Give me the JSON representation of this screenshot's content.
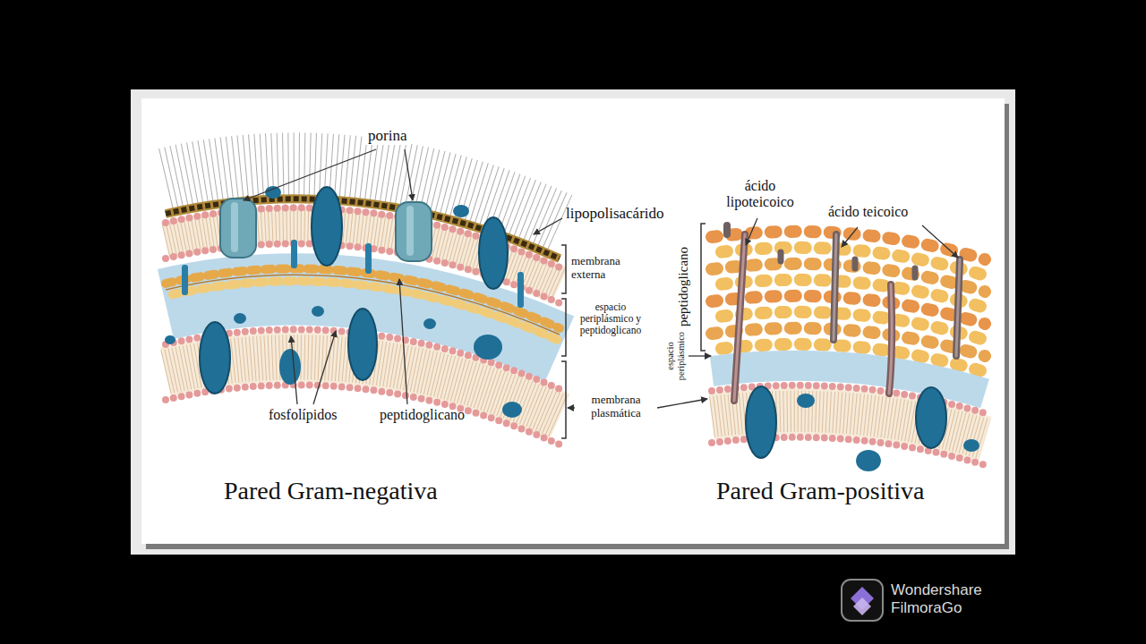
{
  "diagram": {
    "labels": [
      "porina",
      "lipopolisacárido",
      "ácido lipoteicoico",
      "ácido teicoico",
      "membrana externa",
      "espacio periplásmico y peptidoglicano",
      "peptidoglicano",
      "espacio periplásmico",
      "membrana plasmática",
      "fosfolípidos",
      "peptidoglicano",
      "Pared Gram-negativa",
      "Pared Gram-positiva",
      "Wondershare FilmoraGo"
    ]
  }
}
